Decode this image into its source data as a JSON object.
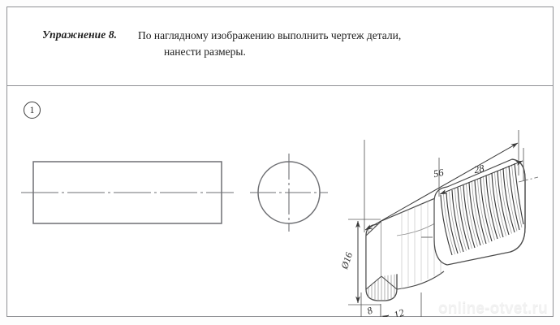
{
  "document": {
    "language": "ru",
    "exercise_label": "Упражнение 8.",
    "instruction_line_1": "По наглядному изображению выполнить чертеж детали,",
    "instruction_line_2": "нанести размеры.",
    "item_number": "1"
  },
  "watermark": {
    "text": "online-otvet.ru",
    "color": "#f2f2f2"
  },
  "views": {
    "front_view": {
      "name": "rectangle-front-view",
      "description": "Прямоугольник с осевой линией"
    },
    "side_view": {
      "name": "circle-side-view",
      "description": "Окружность с осевыми линиями"
    },
    "pictorial": {
      "name": "isometric-threaded-bolt",
      "description": "Наглядное изображение детали: цилиндр с резьбой и лыской"
    }
  },
  "dimensions": {
    "total_length": "56",
    "thread_length": "28",
    "diameter": "Ø16",
    "flat_height": "8",
    "head_length": "12"
  },
  "colors": {
    "frame": "#8f9094",
    "ink": "#3a3a3a",
    "thin_ink": "#5a5a5a",
    "paper": "#ffffff"
  }
}
